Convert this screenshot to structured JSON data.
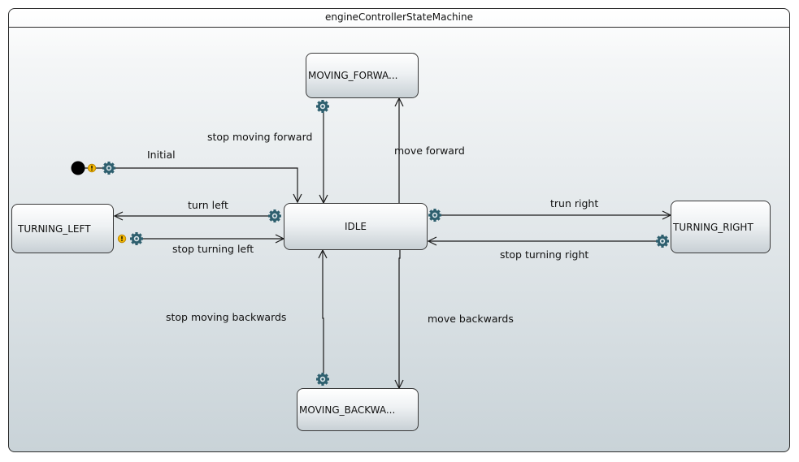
{
  "machine": {
    "title": "engineControllerStateMachine"
  },
  "states": {
    "moving_forward": "MOVING_FORWA...",
    "idle": "IDLE",
    "turning_left": "TURNING_LEFT",
    "turning_right": "TURNING_RIGHT",
    "moving_backward": "MOVING_BACKWA..."
  },
  "transitions": {
    "initial": "Initial",
    "stop_moving_forward": "stop moving forward",
    "move_forward": "move forward",
    "turn_left": "turn left",
    "stop_turning_left": "stop turning left",
    "trun_right": "trun right",
    "stop_turning_right": "stop turning right",
    "stop_moving_backwards": "stop moving backwards",
    "move_backwards": "move backwards"
  },
  "icons": {
    "gear": "gear-icon",
    "warning": "warning-icon",
    "initial_node": "initial-pseudostate-icon"
  },
  "colors": {
    "gear": "#2e5f6e",
    "warning": "#f2b705",
    "line": "#1a1a1a"
  }
}
